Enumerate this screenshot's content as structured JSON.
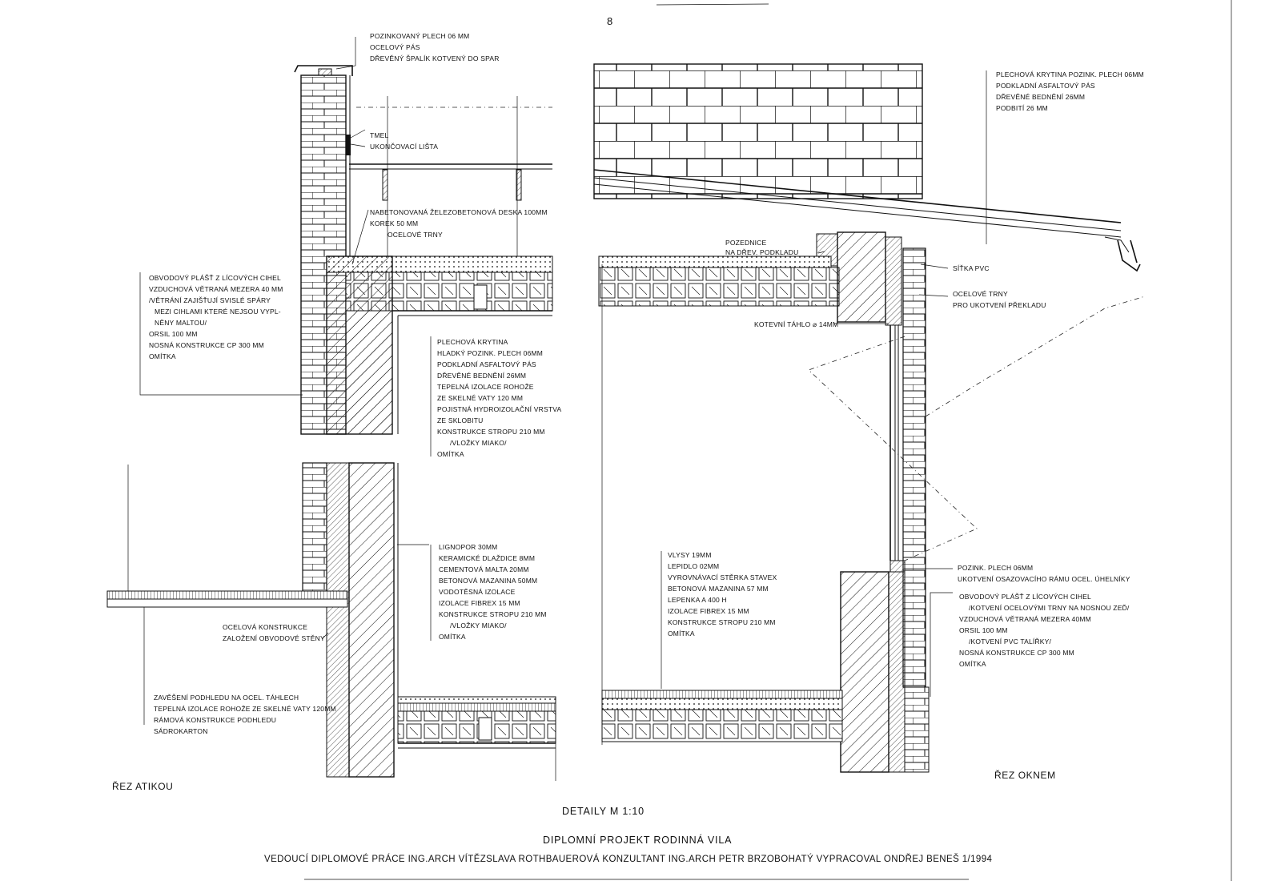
{
  "page_number": "8",
  "section_left": {
    "caption": "ŘEZ ATIKOU",
    "label_parapet": [
      "POZINKOVANÝ PLECH 06 MM",
      "OCELOVÝ PÁS",
      "DŘEVĚNÝ ŠPALÍK KOTVENÝ DO SPAR"
    ],
    "label_sealant": [
      "TMEL",
      "UKONČOVACÍ LIŠTA"
    ],
    "label_slab": [
      "NABETONOVANÁ ŽELEZOBETONOVÁ DESKA 100MM",
      "KOREK 50 MM",
      "OCELOVÉ TRNY"
    ],
    "label_wall": [
      "OBVODOVÝ PLÁŠŤ Z LÍCOVÝCH CIHEL",
      "VZDUCHOVÁ VĚTRANÁ MEZERA 40 MM",
      "/VĚTRÁNÍ ZAJIŠŤUJÍ SVISLÉ SPÁRY",
      "MEZI CIHLAMI KTERÉ NEJSOU VYPL-",
      "NĚNY MALTOU/",
      "ORSIL 100 MM",
      "NOSNÁ KONSTRUKCE CP 300 MM",
      "OMÍTKA"
    ],
    "label_roof": [
      "PLECHOVÁ KRYTINA",
      "HLADKÝ POZINK. PLECH 06MM",
      "PODKLADNÍ ASFALTOVÝ PÁS",
      "DŘEVĚNÉ BEDNĚNÍ 26MM",
      "TEPELNÁ IZOLACE ROHOŽE",
      "ZE SKELNÉ VATY 120 MM",
      "POJISTNÁ HYDROIZOLAČNÍ VRSTVA",
      "ZE SKLOBITU",
      "KONSTRUKCE STROPU 210 MM",
      "/VLOŽKY MIAKO/",
      "OMÍTKA"
    ],
    "label_floor": [
      "LIGNOPOR 30MM",
      "KERAMICKÉ DLAŽDICE 8MM",
      "CEMENTOVÁ MALTA 20MM",
      "BETONOVÁ MAZANINA 50MM",
      "VODOTĚSNÁ IZOLACE",
      "IZOLACE FIBREX 15 MM",
      "KONSTRUKCE STROPU 210 MM",
      "/VLOŽKY MIAKO/",
      "OMÍTKA"
    ],
    "label_steel": [
      "OCELOVÁ KONSTRUKCE",
      "ZALOŽENÍ OBVODOVÉ STĚNY"
    ],
    "label_ceiling": [
      "ZAVĚŠENÍ PODHLEDU NA OCEL. TÁHLECH",
      "TEPELNÁ IZOLACE ROHOŽE ZE SKELNÉ VATY 120MM",
      "RÁMOVÁ KONSTRUKCE PODHLEDU",
      "SÁDROKARTON"
    ]
  },
  "section_right": {
    "caption": "ŘEZ OKNEM",
    "label_roof": [
      "PLECHOVÁ KRYTINA POZINK. PLECH 06MM",
      "PODKLADNÍ ASFALTOVÝ PÁS",
      "DŘEVĚNÉ BEDNĚNÍ 26MM",
      "PODBITÍ 26 MM"
    ],
    "label_plate": [
      "POZEDNICE",
      "NA DŘEV. PODKLADU"
    ],
    "label_mesh": "SÍŤKA PVC",
    "label_pins": [
      "OCELOVÉ TRNY",
      "PRO UKOTVENÍ PŘEKLADU"
    ],
    "label_tie": "KOTEVNÍ TÁHLO ⌀ 14MM",
    "label_sill": [
      "POZINK. PLECH 06MM",
      "UKOTVENÍ OSAZOVACÍHO RÁMU OCEL. ÚHELNÍKY"
    ],
    "label_floor": [
      "VLYSY 19MM",
      "LEPIDLO 02MM",
      "VYROVNÁVACÍ STĚRKA STAVEX",
      "BETONOVÁ MAZANINA 57 MM",
      "LEPENKA A 400 H",
      "IZOLACE FIBREX 15 MM",
      "KONSTRUKCE STROPU 210 MM",
      "OMÍTKA"
    ],
    "label_wall": [
      "OBVODOVÝ PLÁŠŤ Z LÍCOVÝCH CIHEL",
      "/KOTVENÍ OCELOVÝMI TRNY NA NOSNOU ZEĎ/",
      "VZDUCHOVÁ VĚTRANÁ MEZERA 40MM",
      "ORSIL 100 MM",
      "/KOTVENÍ PVC TALÍŘKY/",
      "NOSNÁ KONSTRUKCE CP 300 MM",
      "OMÍTKA"
    ]
  },
  "footer": {
    "detail_title": "DETAILY M 1:10",
    "project_title": "DIPLOMNÍ PROJEKT RODINNÁ VILA",
    "credits": "VEDOUCÍ DIPLOMOVÉ PRÁCE ING.ARCH VÍTĚZSLAVA ROTHBAUEROVÁ KONZULTANT ING.ARCH PETR BRZOBOHATÝ VYPRACOVAL ONDŘEJ BENEŠ 1/1994"
  }
}
